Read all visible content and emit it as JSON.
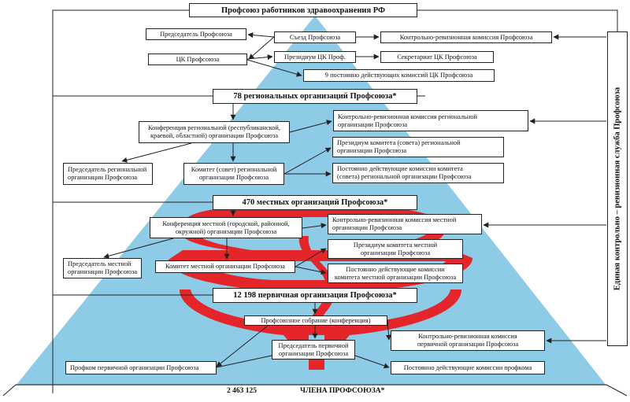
{
  "colors": {
    "sky": "#8ecbe6",
    "emblem": "#e4262b",
    "line": "#222222",
    "box_fill": "#ffffff"
  },
  "title": "Профсоюз работников здравоохранения РФ",
  "top_level": {
    "chairman": "Председатель Профсоюза",
    "congress": "Съезд Профсоюза",
    "control_commission": "Контрольно-ревизионная комиссия Профсоюза",
    "central_committee": "ЦК Профсоюза",
    "presidium": "Президиум ЦК Проф.",
    "secretariat": "Секретариат ЦК Профсоюза",
    "standing_commissions": "9 постоянно действующих комиссий ЦК Профсоюза"
  },
  "regional": {
    "header": "78 региональных организаций Профсоюза*",
    "conference": "Конференция региональной (республиканской,\nкраевой, областной) организации Профсоюза",
    "control_commission": "Контрольно-ревизионная комиссия региональной\nорганизации Профсоюза",
    "chairman": "Председатель региональной\nорганизации Профсоюза",
    "committee": "Комитет (совет) региональной\nорганизации Профсоюза",
    "presidium": "Президиум комитета (совета) региональной\nорганизации Профсоюза",
    "standing_commissions": "Постоянно действующие комиссии комитета\n(совета) региональной организации Профсоюза"
  },
  "local": {
    "header": "470  местных организаций Профсоюза*",
    "conference": "Конференция местной (городской, районной,\nокружной) организации Профсоюза",
    "control_commission": "Контрольно-ревизионная комиссия местной\nорганизации Профсоюза",
    "chairman": "Председатель местной\nорганизации Профсоюза",
    "committee": "Комитет местной организации Профсоюза",
    "presidium": "Президиум комитета местной\nорганизации Профсоюза",
    "standing_commissions": "Постоянно действующие комиссии\nкомитета местной организации Профсоюза"
  },
  "primary": {
    "header": "12 198  первичная организация Профсоюза*",
    "meeting": "Профсоюзное собрание (конференция)",
    "chairman": "Председатель первичной\nорганизации Профсоюза",
    "control_commission": "Контрольно-ревизионная комиссия\nпервичной организации Профсоюза",
    "trade_committee": "Профком первичной организации Профсоюза",
    "standing_commissions": "Постоянно действующие комиссии профкома"
  },
  "side_service": "Единая контрольно – ревизионная служба Профсоюза",
  "members": {
    "count": "2 463 125",
    "label": "ЧЛЕНА  ПРОФСОЮЗА*"
  }
}
